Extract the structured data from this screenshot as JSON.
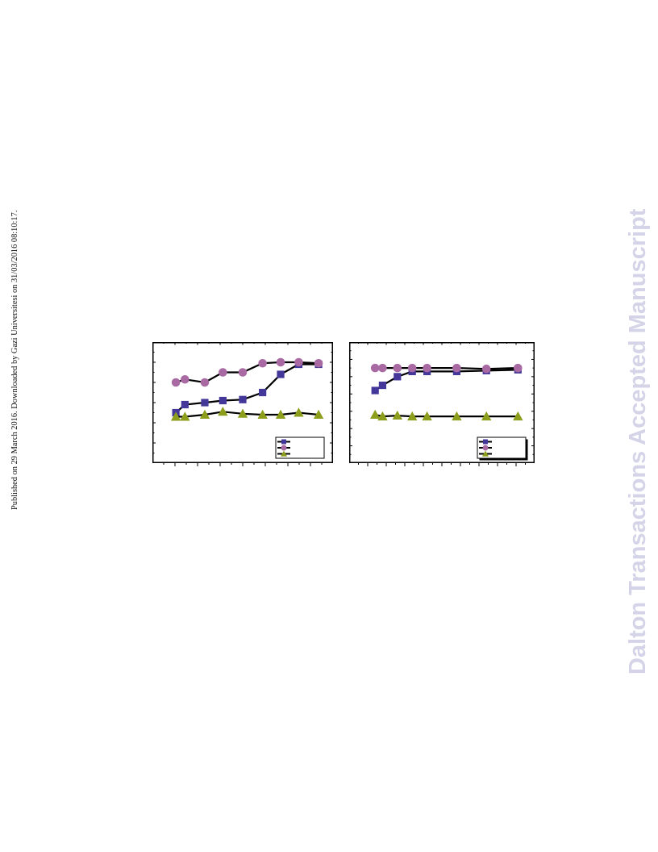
{
  "side_note": "Published on 29 March 2016. Downloaded by Gazi Universitesi on 31/03/2016 08:10:17.",
  "watermark": "Dalton Transactions Accepted Manuscript",
  "colors": {
    "series_square": "#44379a",
    "series_circle": "#a96aa4",
    "series_triangle": "#8d9d1c",
    "line": "#000000",
    "frame": "#000000"
  },
  "chart_data": [
    {
      "type": "line",
      "xlim": [
        0,
        10
      ],
      "ylim": [
        0,
        6
      ],
      "x_ticks_major": 8,
      "x_ticks_minor": 16,
      "y_ticks_minor": 12,
      "legend": "bottom-right",
      "series": [
        {
          "marker": "square",
          "x": [
            1.3,
            1.8,
            2.9,
            3.9,
            5.0,
            6.1,
            7.1,
            8.1,
            9.2
          ],
          "y": [
            2.5,
            2.9,
            3.0,
            3.1,
            3.15,
            3.5,
            4.4,
            4.9,
            4.9
          ]
        },
        {
          "marker": "circle",
          "x": [
            1.3,
            1.8,
            2.9,
            3.9,
            5.0,
            6.1,
            7.1,
            8.1,
            9.2
          ],
          "y": [
            4.0,
            4.15,
            4.0,
            4.5,
            4.5,
            4.95,
            5.0,
            5.0,
            4.95
          ]
        },
        {
          "marker": "triangle",
          "x": [
            1.3,
            1.8,
            2.9,
            3.9,
            5.0,
            6.1,
            7.1,
            8.1,
            9.2
          ],
          "y": [
            2.3,
            2.3,
            2.4,
            2.55,
            2.45,
            2.4,
            2.4,
            2.5,
            2.4
          ]
        }
      ]
    },
    {
      "type": "line",
      "xlim": [
        0,
        10
      ],
      "ylim": [
        0,
        7
      ],
      "x_ticks_major": 10,
      "x_ticks_minor": 20,
      "y_ticks_minor": 14,
      "legend": "bottom-right",
      "series": [
        {
          "marker": "square",
          "x": [
            1.4,
            1.8,
            2.6,
            3.4,
            4.2,
            5.8,
            7.4,
            9.1
          ],
          "y": [
            4.2,
            4.5,
            5.0,
            5.3,
            5.3,
            5.3,
            5.35,
            5.4
          ]
        },
        {
          "marker": "circle",
          "x": [
            1.4,
            1.8,
            2.6,
            3.4,
            4.2,
            5.8,
            7.4,
            9.1
          ],
          "y": [
            5.5,
            5.5,
            5.5,
            5.5,
            5.5,
            5.5,
            5.45,
            5.5
          ]
        },
        {
          "marker": "triangle",
          "x": [
            1.4,
            1.8,
            2.6,
            3.4,
            4.2,
            5.8,
            7.4,
            9.1
          ],
          "y": [
            2.8,
            2.7,
            2.75,
            2.7,
            2.7,
            2.7,
            2.7,
            2.7
          ]
        }
      ]
    }
  ]
}
